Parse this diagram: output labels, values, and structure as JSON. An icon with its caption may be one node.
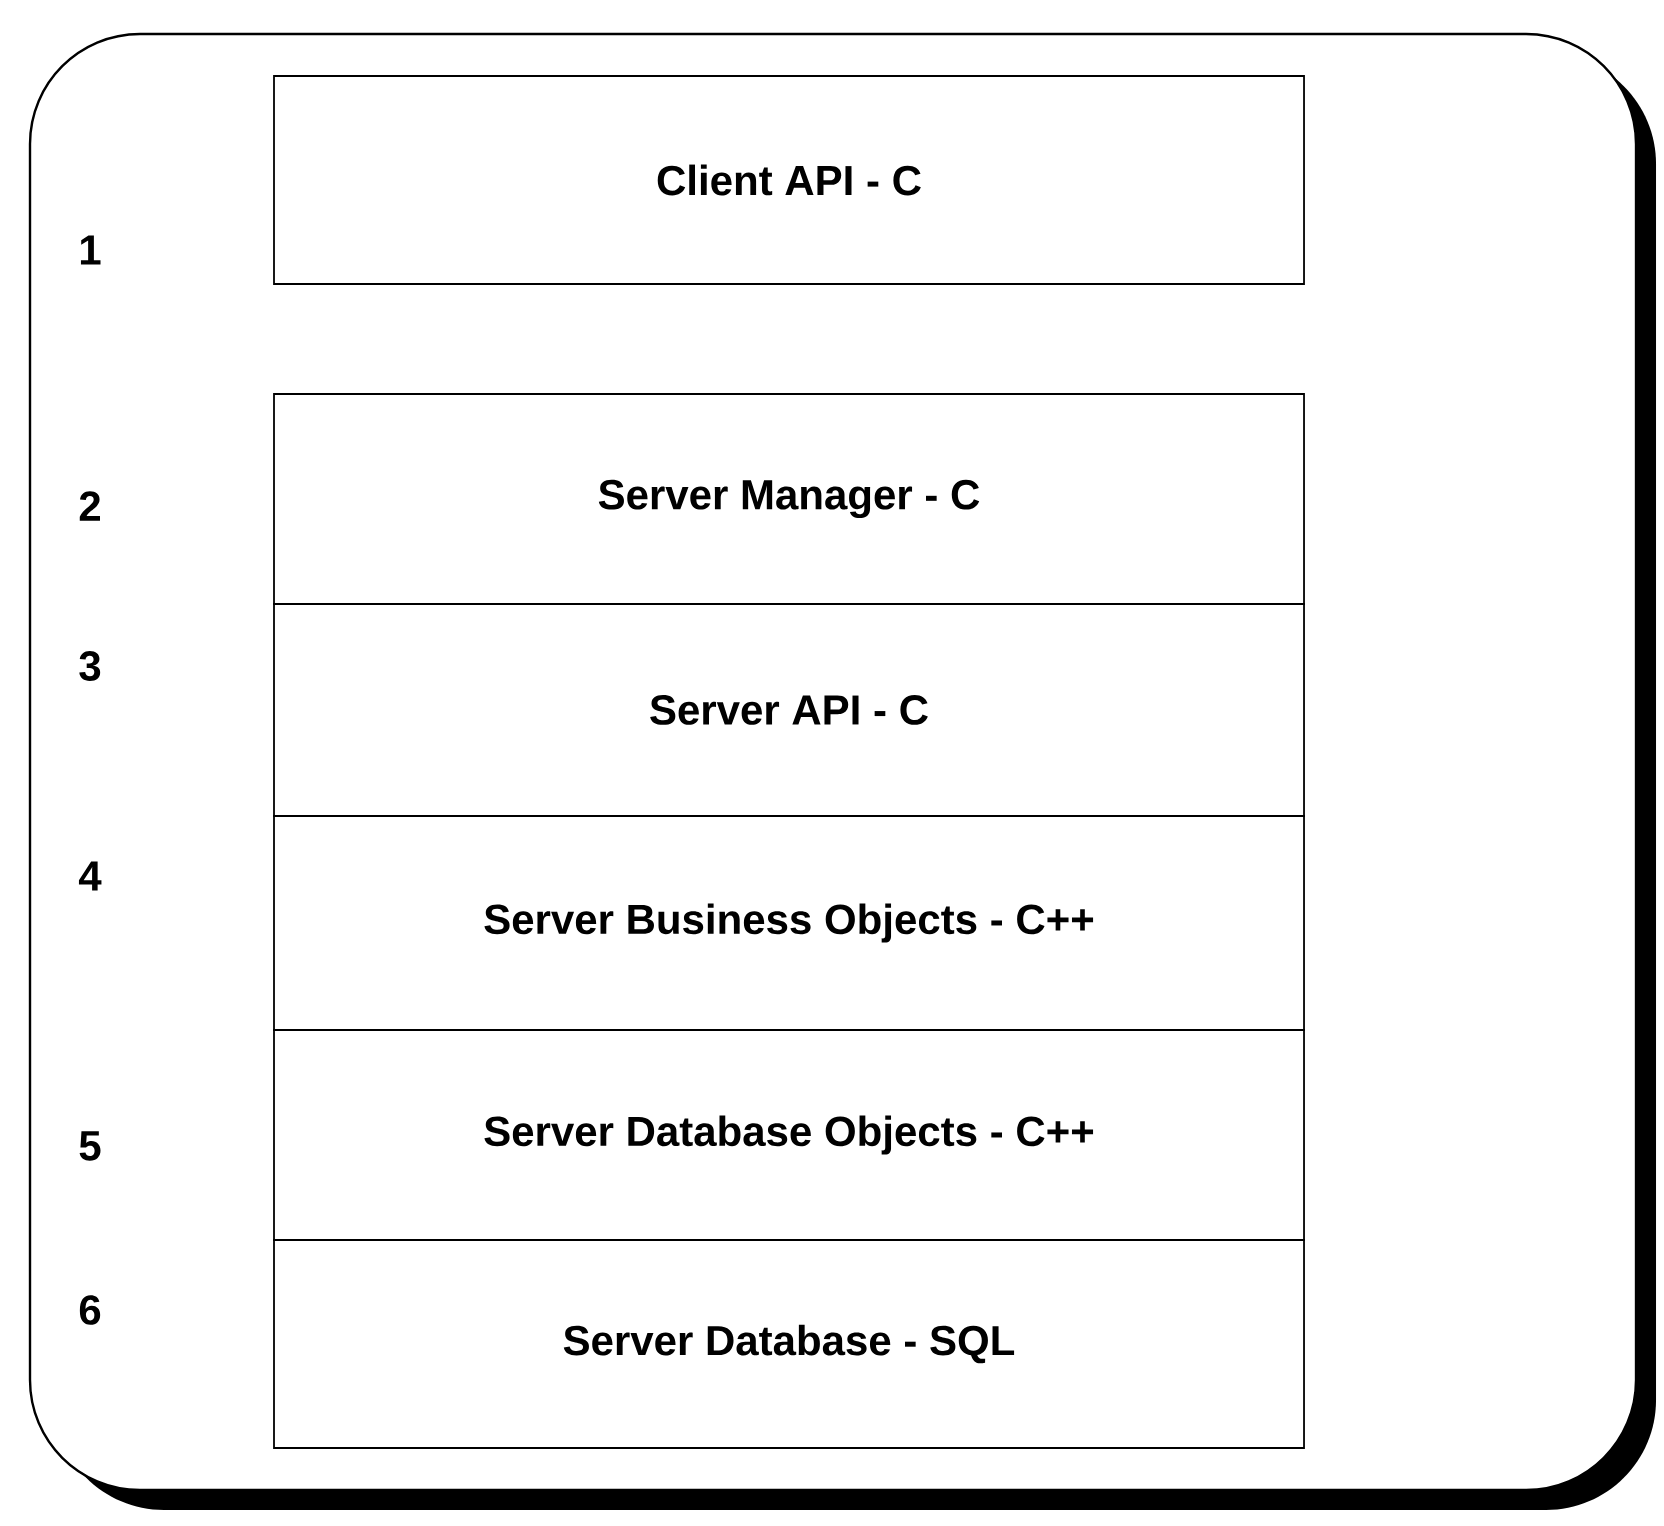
{
  "diagram": {
    "nodes": [
      {
        "text": [
          "Client API - C"
        ]
      },
      {
        "text": [
          "Server Manager - C"
        ]
      },
      {
        "text": [
          "Server API - C"
        ]
      },
      {
        "text": [
          "Server Business Objects - C++"
        ]
      },
      {
        "text": [
          "Server Database Objects - C++"
        ]
      },
      {
        "text": [
          "Server Database - SQL"
        ]
      }
    ],
    "labels": [
      "1",
      "2",
      "3",
      "4",
      "5",
      "6"
    ]
  }
}
